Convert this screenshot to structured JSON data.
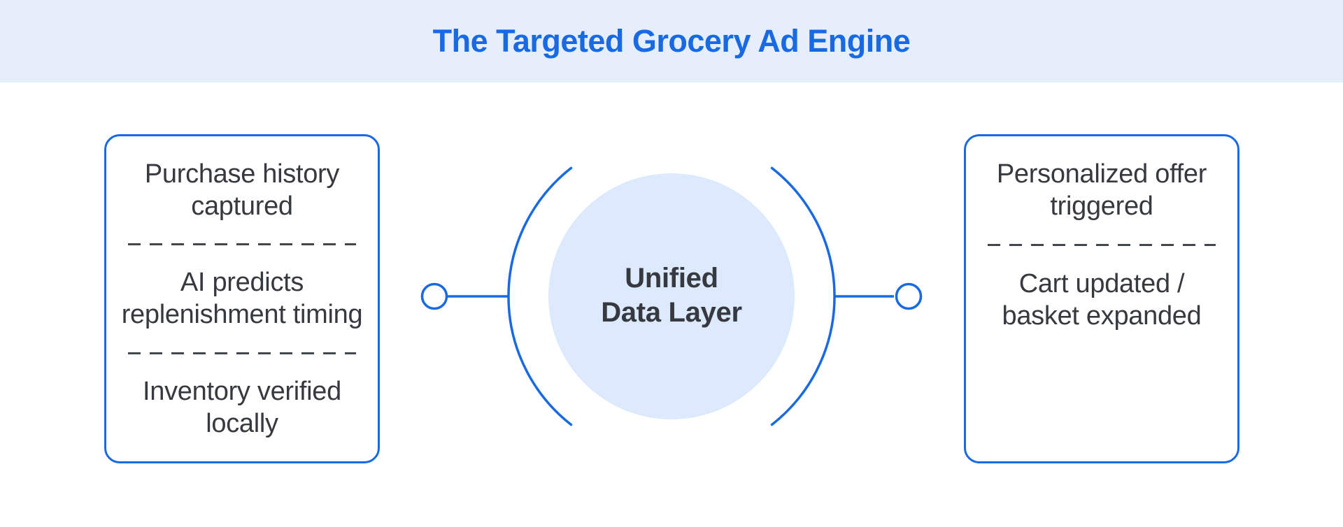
{
  "header": {
    "title": "The Targeted Grocery Ad Engine"
  },
  "center": {
    "label_line1": "Unified",
    "label_line2": "Data Layer"
  },
  "left_panel": {
    "items": [
      {
        "line1": "Purchase history",
        "line2": "captured"
      },
      {
        "line1": "AI predicts",
        "line2": "replenishment timing"
      },
      {
        "line1": "Inventory verified",
        "line2": "locally"
      }
    ]
  },
  "right_panel": {
    "items": [
      {
        "line1": "Personalized offer",
        "line2": "triggered"
      },
      {
        "line1": "Cart updated /",
        "line2": "basket expanded"
      }
    ]
  },
  "colors": {
    "accent": "#1769e4",
    "header_bg": "#e6eefc",
    "circle_fill": "#dde9fc",
    "text_dark": "#36393f",
    "divider": "#43474d",
    "canvas_bg": "#ffffff"
  }
}
